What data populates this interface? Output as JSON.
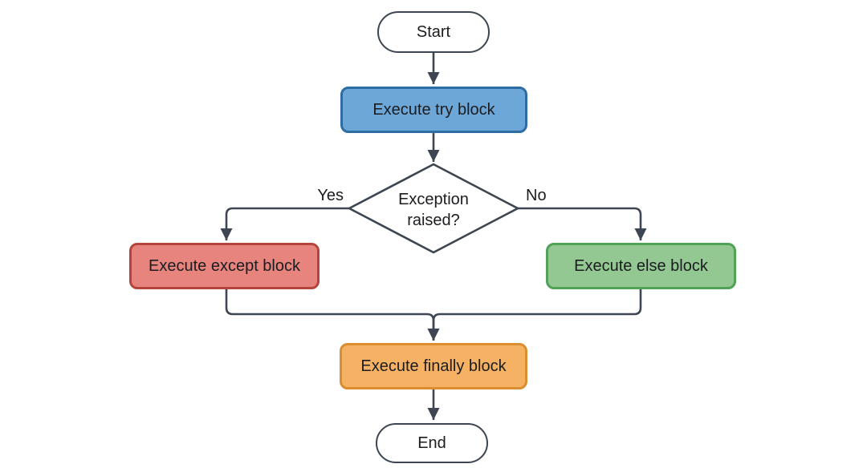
{
  "colors": {
    "background": "#ffffff",
    "connector": "#3e4653",
    "text": "#1b1c1f"
  },
  "nodes": {
    "start": {
      "label": "Start",
      "fill": "#ffffff",
      "border": "#3d4551"
    },
    "try": {
      "label": "Execute try block",
      "fill": "#6ca7d8",
      "border": "#2e6da4"
    },
    "decision": {
      "label": "Exception raised?",
      "fill": "#ffffff",
      "border": "#3d4551"
    },
    "except": {
      "label": "Execute except block",
      "fill": "#e8847e",
      "border": "#b5443c"
    },
    "else": {
      "label": "Execute else block",
      "fill": "#93c893",
      "border": "#51a156"
    },
    "finally": {
      "label": "Execute finally block",
      "fill": "#f6b264",
      "border": "#da8e2f"
    },
    "end": {
      "label": "End",
      "fill": "#ffffff",
      "border": "#3d4551"
    }
  },
  "edges": {
    "yes_label": "Yes",
    "no_label": "No"
  }
}
